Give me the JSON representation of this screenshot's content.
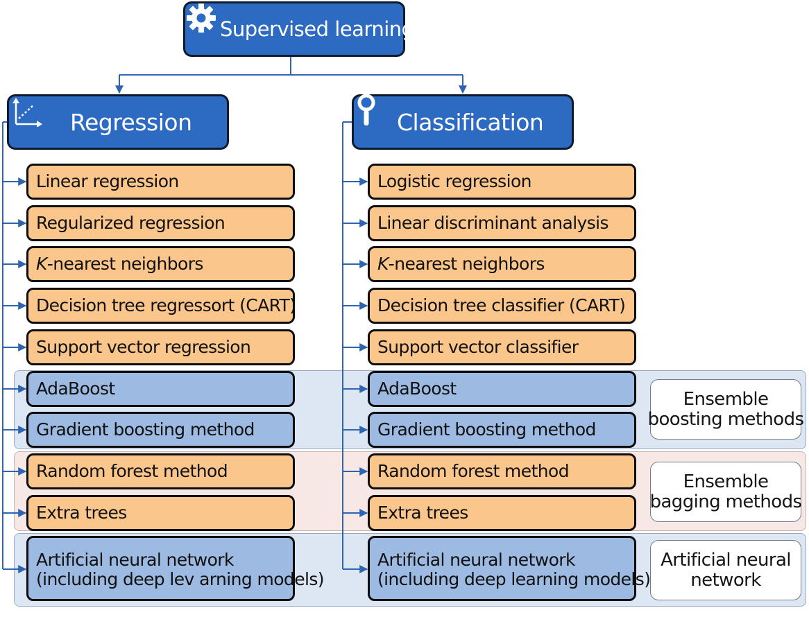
{
  "root": {
    "title": "Supervised learning",
    "icon": "gear-icon"
  },
  "regression": {
    "title": "Regression",
    "icon": "scatter-axes-icon",
    "items": [
      {
        "label": "Linear regression",
        "style": "orange"
      },
      {
        "label": "Regularized regression",
        "style": "orange"
      },
      {
        "label_italic": "K",
        "label": "-nearest neighbors",
        "style": "orange"
      },
      {
        "label": "Decision tree regressort (CART)",
        "style": "orange"
      },
      {
        "label": "Support vector regression",
        "style": "orange"
      },
      {
        "label": "AdaBoost",
        "style": "blue"
      },
      {
        "label": "Gradient boosting method",
        "style": "blue"
      },
      {
        "label": "Random forest method",
        "style": "orange"
      },
      {
        "label": "Extra trees",
        "style": "orange"
      },
      {
        "line1": "Artificial neural network",
        "line2": "(including deep lev arning models)",
        "style": "blue"
      }
    ]
  },
  "classification": {
    "title": "Classification",
    "icon": "magnifier-icon",
    "items": [
      {
        "label": "Logistic regression",
        "style": "orange"
      },
      {
        "label": "Linear discriminant analysis",
        "style": "orange"
      },
      {
        "label_italic": "K",
        "label": "-nearest neighbors",
        "style": "orange"
      },
      {
        "label": "Decision tree classifier (CART)",
        "style": "orange"
      },
      {
        "label": "Support vector classifier",
        "style": "orange"
      },
      {
        "label": "AdaBoost",
        "style": "blue"
      },
      {
        "label": "Gradient boosting method",
        "style": "blue"
      },
      {
        "label": "Random forest method",
        "style": "orange"
      },
      {
        "label": "Extra trees",
        "style": "orange"
      },
      {
        "line1": "Artificial neural network",
        "line2": "(including deep learning models)",
        "style": "blue"
      }
    ]
  },
  "groups": {
    "boosting": {
      "line1": "Ensemble",
      "line2": "boosting methods"
    },
    "bagging": {
      "line1": "Ensemble",
      "line2": "bagging methods"
    },
    "ann": {
      "line1": "Artificial neural",
      "line2": "network"
    }
  },
  "colors": {
    "header_fill": "#2d6ac2",
    "orange_fill": "#fbc68b",
    "blue_fill": "#9dbbe2",
    "connector": "#2f64b0",
    "boost_band": "#dde7f3",
    "bag_band": "#f7e8e6"
  }
}
